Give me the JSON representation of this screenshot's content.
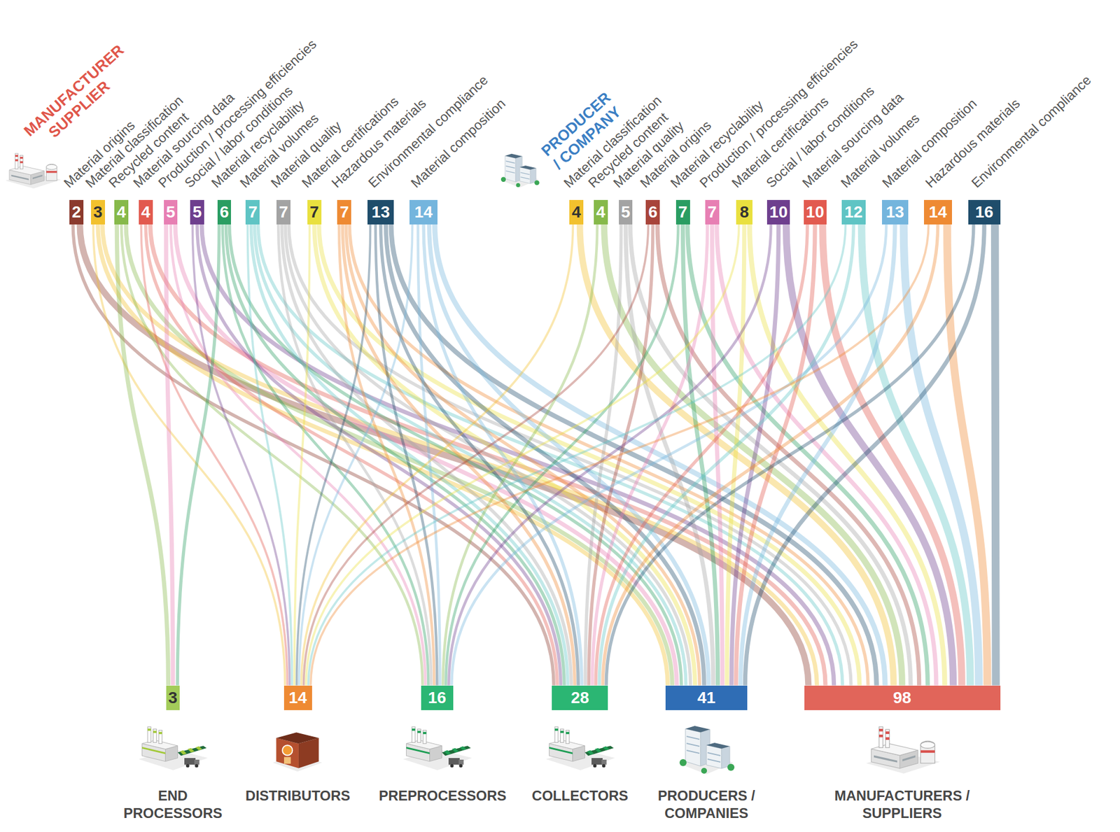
{
  "diagram": {
    "nodes": [
      {
        "text": [
          "Material origins",
          "2"
        ]
      },
      {
        "text": [
          "Material classification",
          "3"
        ]
      },
      {
        "text": [
          "Recycled content",
          "4"
        ]
      },
      {
        "text": [
          "Material sourcing data",
          "4"
        ]
      },
      {
        "text": [
          "Production / processing efficiencies",
          "5"
        ]
      },
      {
        "text": [
          "Social / labor conditions",
          "5"
        ]
      },
      {
        "text": [
          "Material recyclability",
          "6"
        ]
      },
      {
        "text": [
          "Material volumes",
          "7"
        ]
      },
      {
        "text": [
          "Material quality",
          "7"
        ]
      },
      {
        "text": [
          "Material certifications",
          "7"
        ]
      },
      {
        "text": [
          "Hazardous materials",
          "7"
        ]
      },
      {
        "text": [
          "Environmental compliance",
          "13"
        ]
      },
      {
        "text": [
          "Material composition",
          "14"
        ]
      },
      {
        "text": [
          "Material classification",
          "4"
        ]
      },
      {
        "text": [
          "Recycled content",
          "4"
        ]
      },
      {
        "text": [
          "Material quality",
          "5"
        ]
      },
      {
        "text": [
          "Material origins",
          "6"
        ]
      },
      {
        "text": [
          "Material recyclability",
          "7"
        ]
      },
      {
        "text": [
          "Production / processing efficiencies",
          "7"
        ]
      },
      {
        "text": [
          "Material certifications",
          "8"
        ]
      },
      {
        "text": [
          "Social / labor conditions",
          "10"
        ]
      },
      {
        "text": [
          "Material sourcing data",
          "10"
        ]
      },
      {
        "text": [
          "Material volumes",
          "12"
        ]
      },
      {
        "text": [
          "Material composition",
          "13"
        ]
      },
      {
        "text": [
          "Hazardous materials",
          "14"
        ]
      },
      {
        "text": [
          "Environmental compliance",
          "16"
        ]
      },
      {
        "text": [
          "3",
          "END PROCESSORS"
        ]
      },
      {
        "text": [
          "14",
          "DISTRIBUTORS"
        ]
      },
      {
        "text": [
          "16",
          "PREPROCESSORS"
        ]
      },
      {
        "text": [
          "28",
          "COLLECTORS"
        ]
      },
      {
        "text": [
          "41",
          "PRODUCERS / COMPANIES"
        ]
      },
      {
        "text": [
          "98",
          "MANUFACTURERS / SUPPLIERS"
        ]
      }
    ],
    "edges": [
      {
        "from": 0,
        "to": 29,
        "arrow": "none"
      },
      {
        "from": 0,
        "to": 31,
        "arrow": "none"
      },
      {
        "from": 1,
        "to": 27,
        "arrow": "none"
      },
      {
        "from": 1,
        "to": 30,
        "arrow": "none"
      },
      {
        "from": 1,
        "to": 31,
        "arrow": "none"
      },
      {
        "from": 2,
        "to": 26,
        "arrow": "none"
      },
      {
        "from": 2,
        "to": 28,
        "arrow": "none"
      },
      {
        "from": 2,
        "to": 30,
        "arrow": "none"
      },
      {
        "from": 3,
        "to": 27,
        "arrow": "none"
      },
      {
        "from": 3,
        "to": 29,
        "arrow": "none"
      },
      {
        "from": 3,
        "to": 31,
        "arrow": "none"
      },
      {
        "from": 4,
        "to": 26,
        "arrow": "none"
      },
      {
        "from": 4,
        "to": 28,
        "arrow": "none"
      },
      {
        "from": 4,
        "to": 30,
        "arrow": "none"
      },
      {
        "from": 5,
        "to": 27,
        "arrow": "none"
      },
      {
        "from": 5,
        "to": 29,
        "arrow": "none"
      },
      {
        "from": 5,
        "to": 31,
        "arrow": "none"
      },
      {
        "from": 6,
        "to": 26,
        "arrow": "none"
      },
      {
        "from": 6,
        "to": 28,
        "arrow": "none"
      },
      {
        "from": 6,
        "to": 29,
        "arrow": "none"
      },
      {
        "from": 6,
        "to": 30,
        "arrow": "none"
      },
      {
        "from": 7,
        "to": 27,
        "arrow": "none"
      },
      {
        "from": 7,
        "to": 29,
        "arrow": "none"
      },
      {
        "from": 7,
        "to": 30,
        "arrow": "none"
      },
      {
        "from": 7,
        "to": 31,
        "arrow": "none"
      },
      {
        "from": 8,
        "to": 28,
        "arrow": "none"
      },
      {
        "from": 8,
        "to": 29,
        "arrow": "none"
      },
      {
        "from": 8,
        "to": 30,
        "arrow": "none"
      },
      {
        "from": 8,
        "to": 31,
        "arrow": "none"
      },
      {
        "from": 9,
        "to": 27,
        "arrow": "none"
      },
      {
        "from": 9,
        "to": 30,
        "arrow": "none"
      },
      {
        "from": 9,
        "to": 31,
        "arrow": "none"
      },
      {
        "from": 10,
        "to": 28,
        "arrow": "none"
      },
      {
        "from": 10,
        "to": 29,
        "arrow": "none"
      },
      {
        "from": 10,
        "to": 30,
        "arrow": "none"
      },
      {
        "from": 10,
        "to": 31,
        "arrow": "none"
      },
      {
        "from": 11,
        "to": 27,
        "arrow": "none"
      },
      {
        "from": 11,
        "to": 28,
        "arrow": "none"
      },
      {
        "from": 11,
        "to": 29,
        "arrow": "none"
      },
      {
        "from": 11,
        "to": 30,
        "arrow": "none"
      },
      {
        "from": 11,
        "to": 31,
        "arrow": "none"
      },
      {
        "from": 12,
        "to": 27,
        "arrow": "none"
      },
      {
        "from": 12,
        "to": 28,
        "arrow": "none"
      },
      {
        "from": 12,
        "to": 29,
        "arrow": "none"
      },
      {
        "from": 12,
        "to": 30,
        "arrow": "none"
      },
      {
        "from": 12,
        "to": 31,
        "arrow": "none"
      },
      {
        "from": 13,
        "to": 27,
        "arrow": "none"
      },
      {
        "from": 13,
        "to": 31,
        "arrow": "none"
      },
      {
        "from": 14,
        "to": 28,
        "arrow": "none"
      },
      {
        "from": 14,
        "to": 31,
        "arrow": "none"
      },
      {
        "from": 15,
        "to": 29,
        "arrow": "none"
      },
      {
        "from": 15,
        "to": 30,
        "arrow": "none"
      },
      {
        "from": 15,
        "to": 31,
        "arrow": "none"
      },
      {
        "from": 16,
        "to": 27,
        "arrow": "none"
      },
      {
        "from": 16,
        "to": 29,
        "arrow": "none"
      },
      {
        "from": 16,
        "to": 31,
        "arrow": "none"
      },
      {
        "from": 17,
        "to": 28,
        "arrow": "none"
      },
      {
        "from": 17,
        "to": 30,
        "arrow": "none"
      },
      {
        "from": 17,
        "to": 31,
        "arrow": "none"
      },
      {
        "from": 18,
        "to": 29,
        "arrow": "none"
      },
      {
        "from": 18,
        "to": 30,
        "arrow": "none"
      },
      {
        "from": 18,
        "to": 31,
        "arrow": "none"
      },
      {
        "from": 19,
        "to": 27,
        "arrow": "none"
      },
      {
        "from": 19,
        "to": 30,
        "arrow": "none"
      },
      {
        "from": 19,
        "to": 31,
        "arrow": "none"
      },
      {
        "from": 20,
        "to": 28,
        "arrow": "none"
      },
      {
        "from": 20,
        "to": 30,
        "arrow": "none"
      },
      {
        "from": 20,
        "to": 31,
        "arrow": "none"
      },
      {
        "from": 21,
        "to": 29,
        "arrow": "none"
      },
      {
        "from": 21,
        "to": 30,
        "arrow": "none"
      },
      {
        "from": 21,
        "to": 31,
        "arrow": "none"
      },
      {
        "from": 22,
        "to": 27,
        "arrow": "none"
      },
      {
        "from": 22,
        "to": 29,
        "arrow": "none"
      },
      {
        "from": 22,
        "to": 31,
        "arrow": "none"
      },
      {
        "from": 23,
        "to": 28,
        "arrow": "none"
      },
      {
        "from": 23,
        "to": 30,
        "arrow": "none"
      },
      {
        "from": 23,
        "to": 31,
        "arrow": "none"
      },
      {
        "from": 24,
        "to": 27,
        "arrow": "none"
      },
      {
        "from": 24,
        "to": 29,
        "arrow": "none"
      },
      {
        "from": 24,
        "to": 31,
        "arrow": "none"
      },
      {
        "from": 25,
        "to": 29,
        "arrow": "none"
      },
      {
        "from": 25,
        "to": 30,
        "arrow": "none"
      },
      {
        "from": 25,
        "to": 31,
        "arrow": "none"
      }
    ],
    "labels": [
      "MANUFACTURER SUPPLIER",
      "PRODUCER / COMPANY"
    ]
  }
}
